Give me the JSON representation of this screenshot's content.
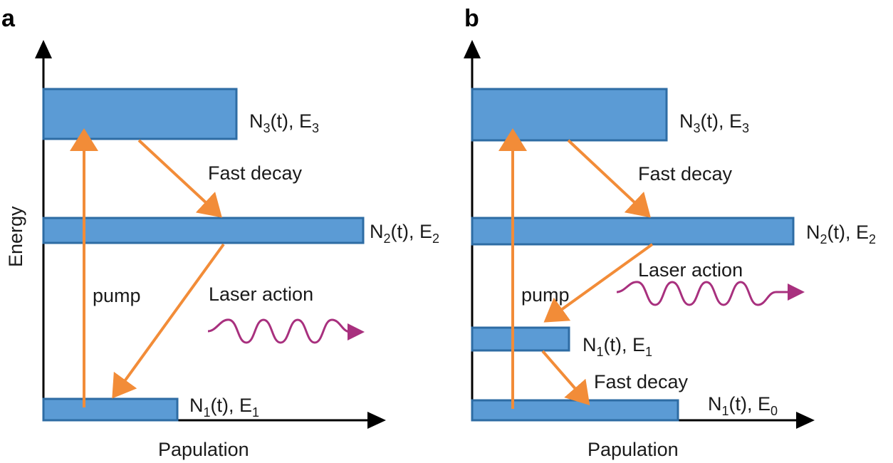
{
  "panels": [
    {
      "letter": "a",
      "ylabel": "Energy",
      "xlabel": "Papulation",
      "levels": [
        {
          "n": "N",
          "sub": "3",
          "mid": "(t), E",
          "esub": "3"
        },
        {
          "n": "N",
          "sub": "2",
          "mid": "(t), E",
          "esub": "2"
        },
        {
          "n": "N",
          "sub": "1",
          "mid": "(t), E",
          "esub": "1"
        }
      ],
      "fast_decay": "Fast decay",
      "pump": "pump",
      "laser": "Laser action"
    },
    {
      "letter": "b",
      "xlabel": "Papulation",
      "levels": [
        {
          "n": "N",
          "sub": "3",
          "mid": "(t), E",
          "esub": "3"
        },
        {
          "n": "N",
          "sub": "2",
          "mid": "(t), E",
          "esub": "2"
        },
        {
          "n": "N",
          "sub": "1",
          "mid": "(t), E",
          "esub": "1"
        },
        {
          "n": "N",
          "sub": "1",
          "mid": "(t), E",
          "esub": "0"
        }
      ],
      "fast_decay_upper": "Fast decay",
      "fast_decay_lower": "Fast decay",
      "pump": "pump",
      "laser": "Laser action"
    }
  ],
  "colors": {
    "level_fill": "#5b9bd5",
    "level_stroke": "#2e6ca4",
    "transition_arrow": "#f28c38",
    "laser_wave": "#a8307e"
  }
}
